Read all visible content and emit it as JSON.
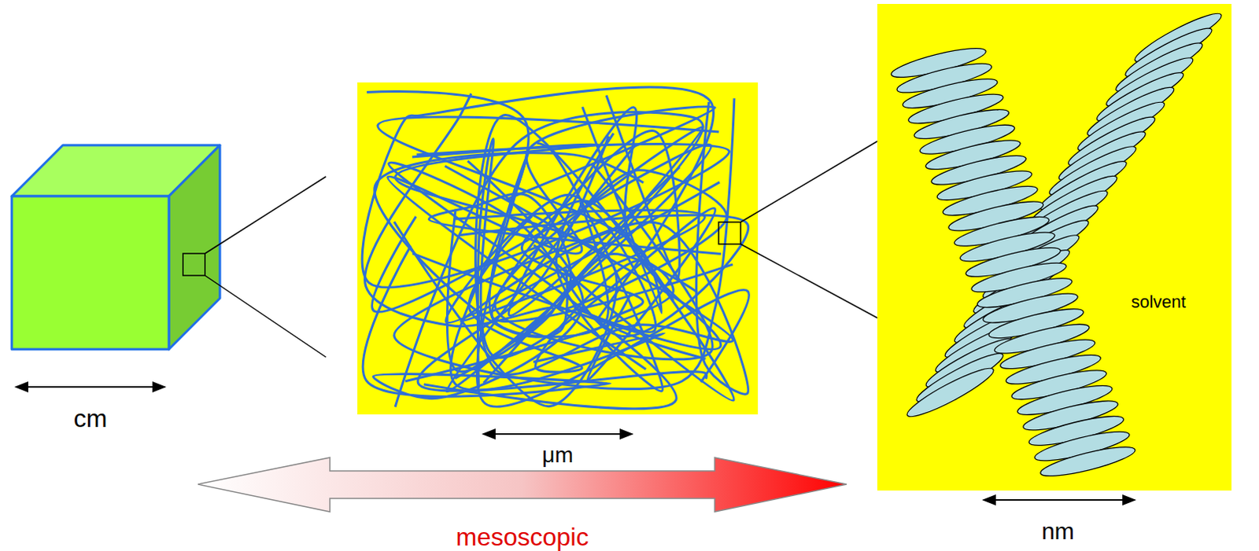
{
  "diagram": {
    "nodes": [
      {
        "text": [
          "solvent"
        ]
      }
    ],
    "labels": [
      "cm",
      "μm",
      "mesoscopic",
      "nm"
    ]
  }
}
